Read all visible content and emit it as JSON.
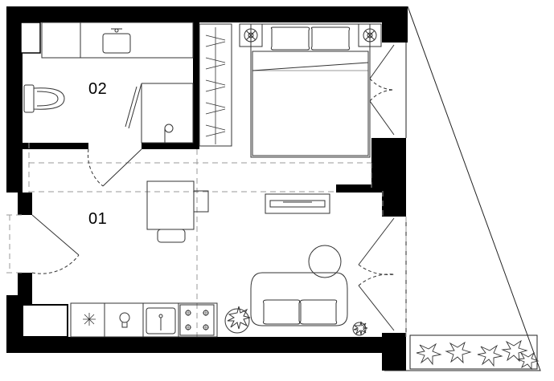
{
  "rooms": [
    {
      "id": "bathroom",
      "label": "02"
    },
    {
      "id": "living",
      "label": "01"
    }
  ],
  "colors": {
    "wall": "#000000",
    "line": "#333333",
    "dashed": "#9a9a9a",
    "background": "#ffffff"
  }
}
